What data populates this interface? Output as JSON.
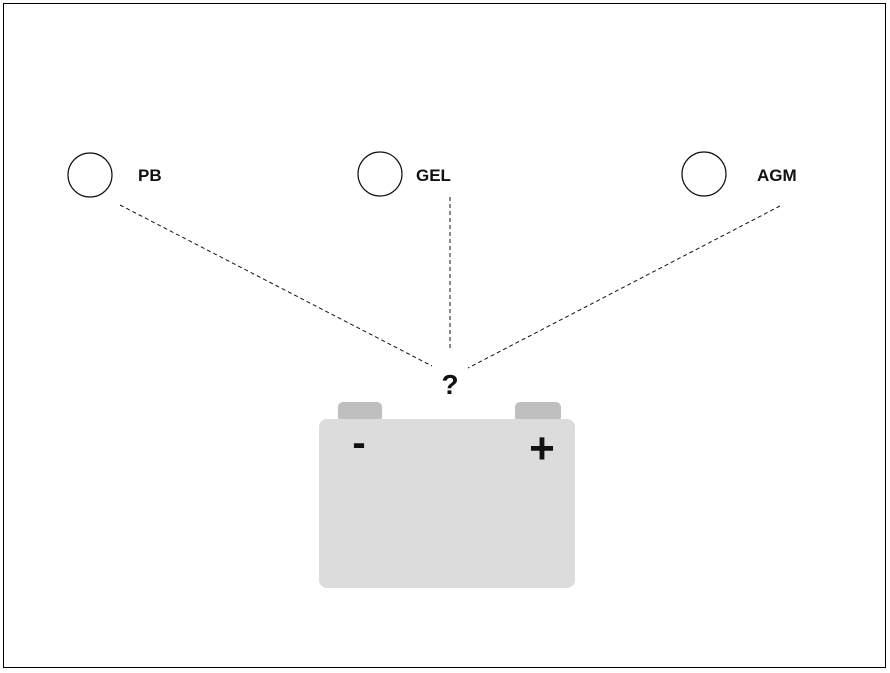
{
  "options": [
    {
      "label": "PB"
    },
    {
      "label": "GEL"
    },
    {
      "label": "AGM"
    }
  ],
  "question": "?",
  "battery": {
    "negative_sign": "-",
    "positive_sign": "+",
    "body_color": "#dcdcdc",
    "terminal_color": "#bfbfbf"
  }
}
